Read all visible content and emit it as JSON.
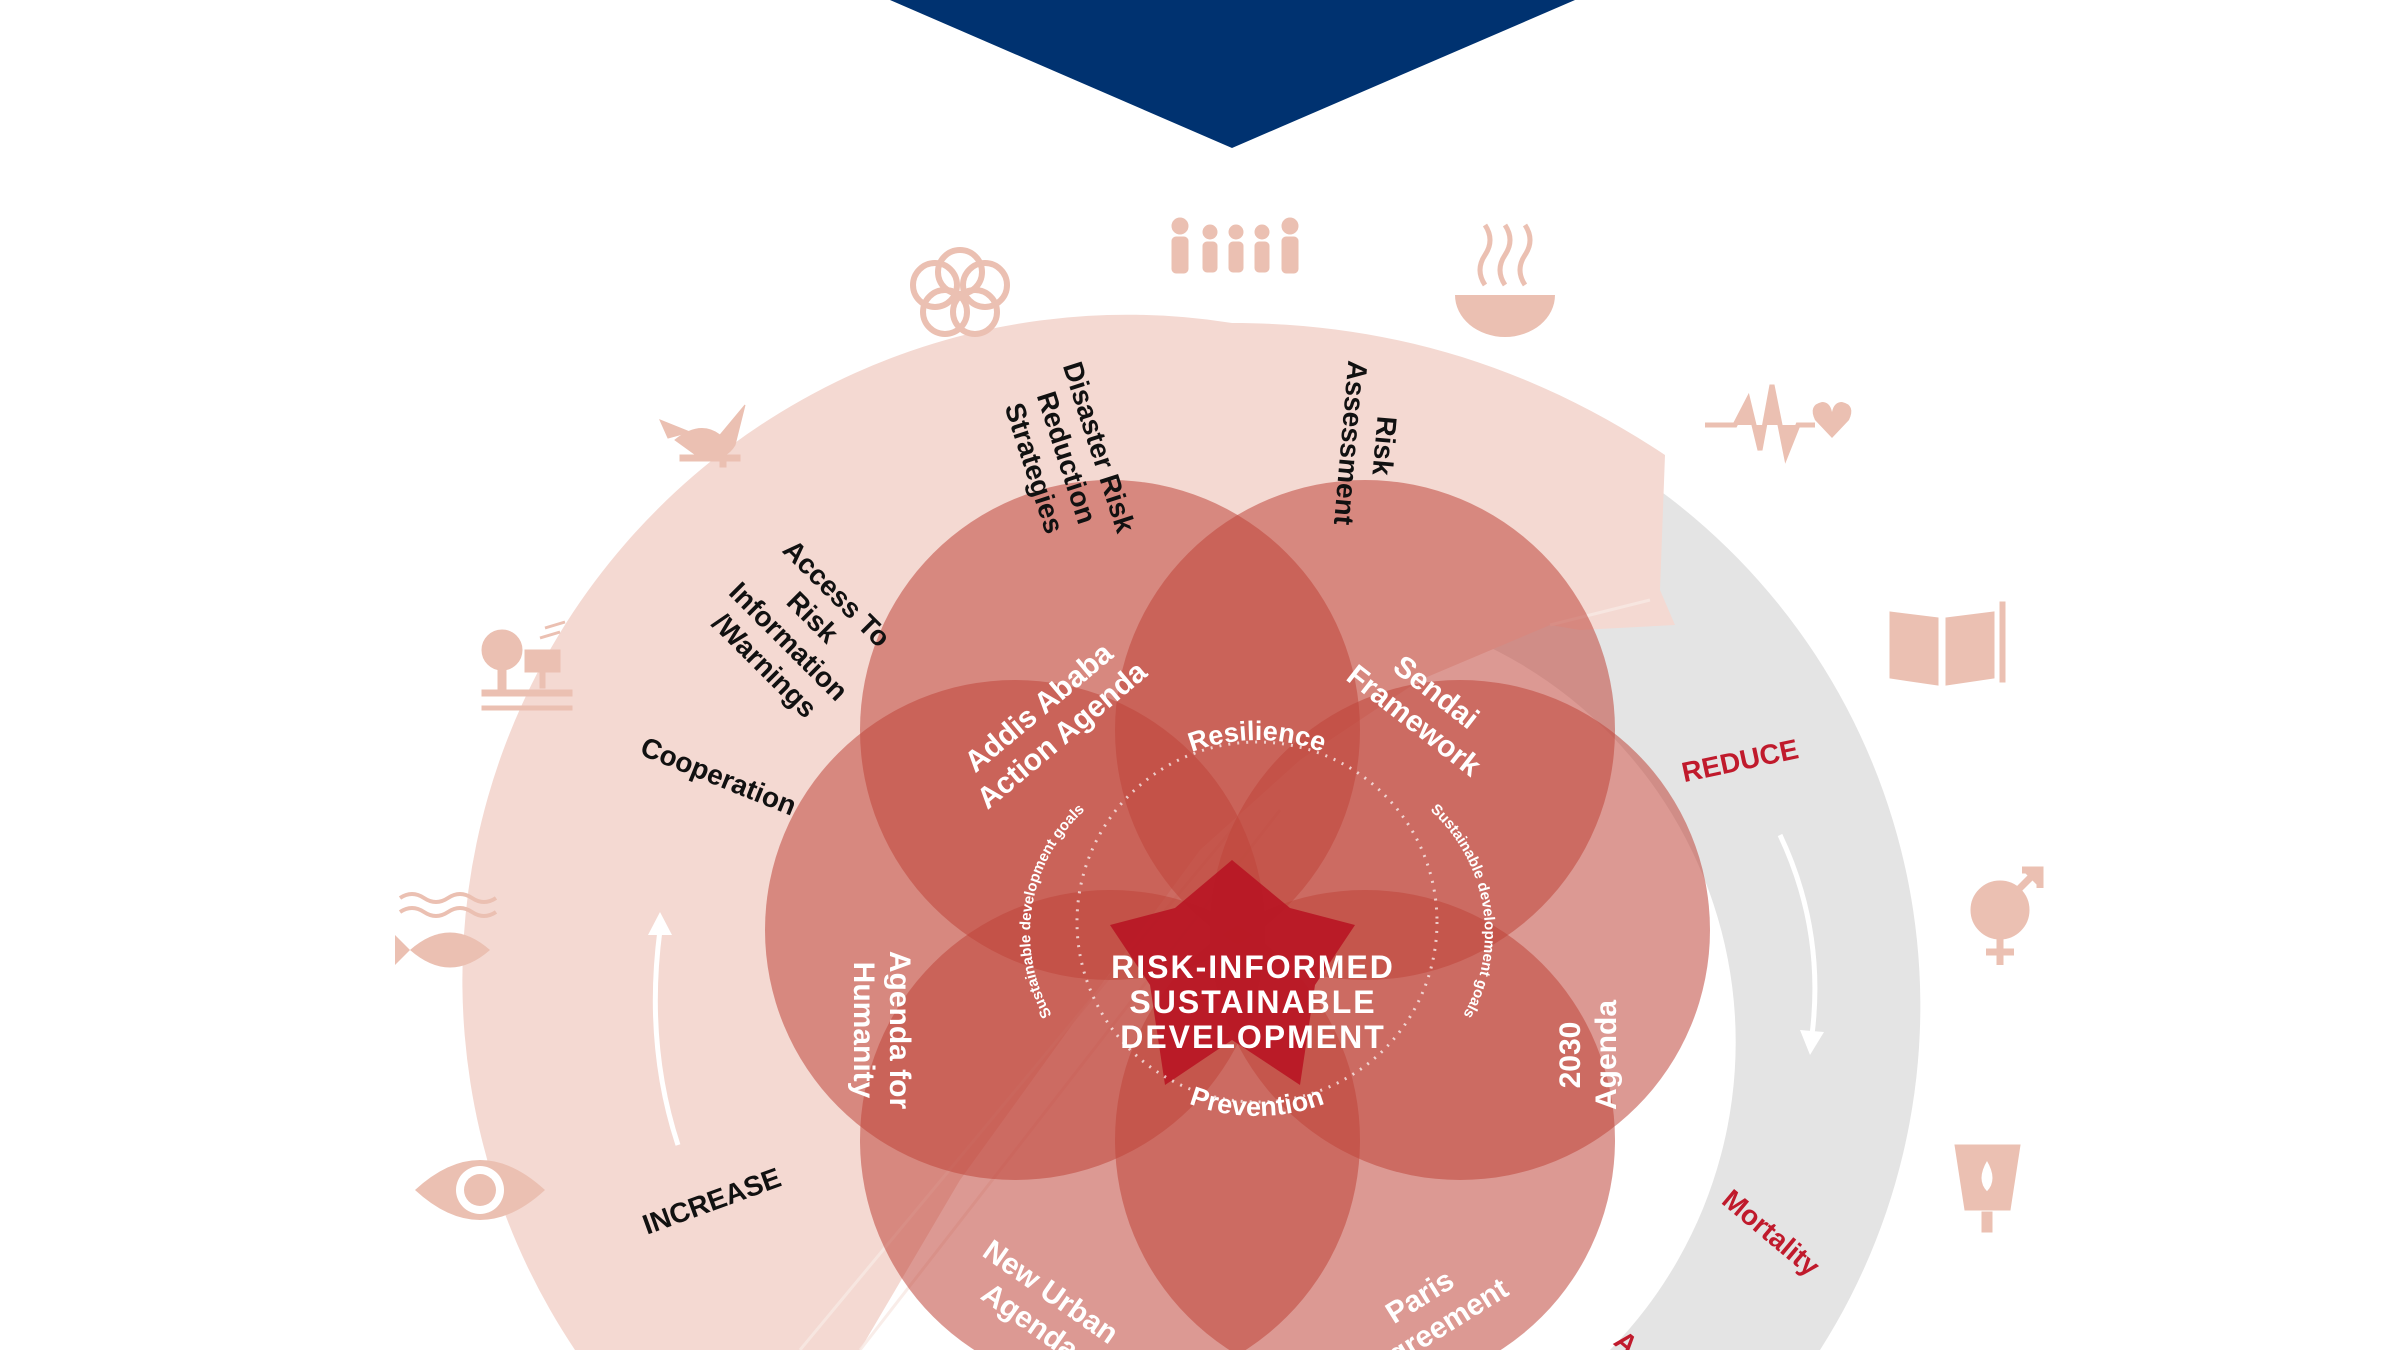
{
  "center": {
    "line1": "RISK-INFORMED",
    "line2": "SUSTAINABLE",
    "line3": "DEVELOPMENT"
  },
  "inner_ring": {
    "top": "Resilience",
    "bottom": "Prevention",
    "side_text": "Sustainable development goals"
  },
  "frameworks": {
    "addis_line1": "Addis Ababa",
    "addis_line2": "Action Agenda",
    "sendai_line1": "Sendai",
    "sendai_line2": "Framework",
    "humanity_line1": "Agenda for",
    "humanity_line2": "Humanity",
    "agenda2030_line1": "2030",
    "agenda2030_line2": "Agenda",
    "urban_line1": "New Urban",
    "urban_line2": "Agenda",
    "paris_line1": "Paris",
    "paris_line2": "Agreement"
  },
  "increase_arc": {
    "label": "INCREASE",
    "cooperation": "Cooperation",
    "access_line1": "Access To",
    "access_line2": "Risk",
    "access_line3": "Information",
    "access_line4": "/Warnings",
    "drr_line1": "Disaster Risk",
    "drr_line2": "Reduction",
    "drr_line3": "Strategies",
    "risk_line1": "Risk",
    "risk_line2": "Assessment"
  },
  "reduce_arc": {
    "label": "REDUCE",
    "mortality": "Mortality",
    "cut_label": "A"
  },
  "icons": [
    "partnership-rings-icon",
    "family-icon",
    "food-bowl-icon",
    "heartbeat-icon",
    "book-icon",
    "gender-equality-icon",
    "clean-water-icon",
    "peace-dove-icon",
    "life-on-land-icon",
    "life-below-water-icon",
    "eye-globe-icon"
  ],
  "colors": {
    "banner": "#003270",
    "increase_band": "#f4d9d2",
    "reduce_band": "#e4e4e4",
    "petal": "#c0463b",
    "core": "#b81523",
    "icon": "#ebc0b2",
    "accent_red": "#c01a2c"
  }
}
